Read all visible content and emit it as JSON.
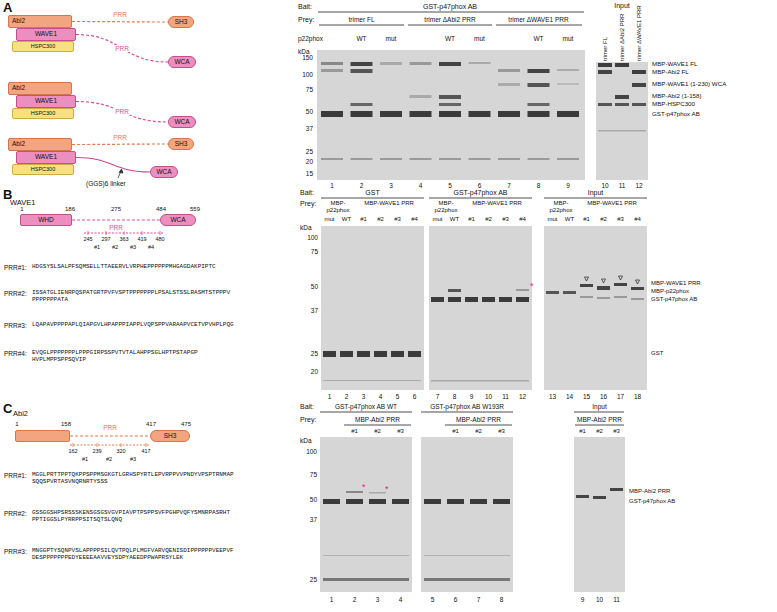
{
  "diagram": {
    "nodes": [
      {
        "text": [
          "Abi2"
        ]
      },
      {
        "text": [
          "WAVE1"
        ]
      },
      {
        "text": [
          "HSPC300"
        ]
      },
      {
        "text": [
          "SH3"
        ]
      },
      {
        "text": [
          "WCA"
        ]
      },
      {
        "text": [
          "Abi2"
        ]
      },
      {
        "text": [
          "WAVE1"
        ]
      },
      {
        "text": [
          "HSPC300"
        ]
      },
      {
        "text": [
          "WCA"
        ]
      },
      {
        "text": [
          "Abi2"
        ]
      },
      {
        "text": [
          "WAVE1"
        ]
      },
      {
        "text": [
          "HSPC300"
        ]
      },
      {
        "text": [
          "SH3"
        ]
      },
      {
        "text": [
          "WCA"
        ]
      },
      {
        "text": [
          "WHD"
        ]
      },
      {
        "text": [
          "WCA"
        ]
      },
      {
        "text": [
          "Abi2"
        ]
      },
      {
        "text": [
          "SH3"
        ]
      }
    ],
    "edges": [
      {
        "from": 0,
        "to": 3,
        "label": "PRR",
        "arrow": "none"
      },
      {
        "from": 1,
        "to": 4,
        "label": "PRR",
        "arrow": "none"
      },
      {
        "from": 6,
        "to": 8,
        "label": "PRR",
        "arrow": "none"
      },
      {
        "from": 9,
        "to": 12,
        "label": "PRR",
        "arrow": "none"
      },
      {
        "from": 10,
        "to": 13,
        "arrow": "none"
      },
      {
        "from": 14,
        "to": 15,
        "label": "PRR",
        "arrow": "none"
      },
      {
        "from": 16,
        "to": 17,
        "label": "PRR",
        "arrow": "none"
      }
    ],
    "labels": [
      "A",
      "(GGS)6 linker",
      "Bait:",
      "GST-p47phox AB",
      "Prey:",
      "trimer FL",
      "trimer ΔAbi2 PRR",
      "trimer ΔWAVE1 PRR",
      "p22phox",
      "WT",
      "mut",
      "WT",
      "mut",
      "WT",
      "mut",
      "kDa",
      "150",
      "100",
      "75",
      "50",
      "37",
      "25",
      "20",
      "15",
      "1",
      "2",
      "3",
      "4",
      "5",
      "6",
      "7",
      "8",
      "9",
      "Input",
      "trimer FL",
      "trimer ΔAbi2 PRR",
      "trimer ΔWAVE1 PRR",
      "10",
      "11",
      "12",
      "MBP-WAVE1 FL",
      "MBP-Abi2 FL",
      "MBP-WAVE1 (1-230) WCA",
      "MBP-Abi2 (1-158)",
      "MBP-HSPC300",
      "GST-p47phox AB",
      "B",
      "WAVE1",
      "1",
      "186",
      "275",
      "484",
      "559",
      "245",
      "297",
      "363",
      "419",
      "480",
      "#1",
      "#2",
      "#3",
      "#4",
      "PRR#1:",
      "HDGSYSLSALPFSQMSELLTTAEERVLVRPHEPPPPPPMHGAGDAKPIPTC",
      "PRR#2:",
      "ISSATGLIENRPQSPATGRTPVFVSPTPPPPPPPLPSALSTSSLRASMTSTPPPV PPPPPPPATA",
      "PRR#3:",
      "LQAPAVPPPPAPLQIAPGVLHPAPPPIAPPLVQPSPPVARAAPVCETVPVHPLPQG",
      "PRR#4:",
      "EVQGLPPPPPPPLPPPGIRPSSPVTVTALAHPPSGLHPTPSTAPGP HVPLMPPSPPSQVIP",
      "Bait:",
      "GST",
      "GST-p47phox AB",
      "Input",
      "Prey:",
      "MBP- p22phox",
      "MBP-WAVE1 PRR",
      "MBP- p22phox",
      "MBP-WAVE1 PRR",
      "MBP- p22phox",
      "MBP-WAVE1 PRR",
      "mut",
      "WT",
      "#1",
      "#2",
      "#3",
      "#4",
      "mut",
      "WT",
      "#1",
      "#2",
      "#3",
      "#4",
      "mut",
      "WT",
      "#1",
      "#2",
      "#3",
      "#4",
      "kDa",
      "100",
      "75",
      "50",
      "37",
      "25",
      "20",
      "1",
      "2",
      "3",
      "4",
      "5",
      "6",
      "7",
      "8",
      "9",
      "10",
      "11",
      "12",
      "13",
      "14",
      "15",
      "16",
      "17",
      "18",
      "*",
      "MBP-WAVE1 PRR",
      "MBP-p22phox",
      "GST-p47phox AB",
      "GST",
      "C",
      "1",
      "158",
      "417",
      "475",
      "162",
      "239",
      "320",
      "417",
      "#1",
      "#2",
      "#3",
      "PRR#1:",
      "MGGLPRTTPPTQKPPSPPMSGKGTLGRHSPYRTLEPVRPPVVPNDYVPSPTRNMAP SQQSPVRTASVNQRNRTYSSS",
      "PRR#2:",
      "GSSGGSHPSRSSSKENSGSGSVGVPIAVPTPSPPSVFPGHPVQFYSMNRPASRHT PPTIGGSLPYRRPPSITSQTSLQNQ",
      "PRR#3:",
      "MNGGPTYSQNPVSLAPPPPSILQVTPQLPLMGFVARVQENISDIPPPPPPVEEPVF DESPPPPPPPEDYEEEEAAVVEYSDPYAEEDPPWAPRSYLEK",
      "Bait:",
      "GST-p47phox AB WT",
      "GST-p47phox AB W193R",
      "Input",
      "Prey:",
      "MBP-Abi2 PRR",
      "MBP-Abi2 PRR",
      "MBP-Abi2 PRR",
      "#1",
      "#2",
      "#3",
      "#1",
      "#2",
      "#3",
      "#1",
      "#2",
      "#3",
      "kDa",
      "100",
      "75",
      "50",
      "37",
      "25",
      "1",
      "2",
      "3",
      "4",
      "5",
      "6",
      "7",
      "8",
      "9",
      "10",
      "11",
      "*",
      "*",
      "MBP-Abi2 PRR",
      "GST-p47phox AB"
    ]
  }
}
